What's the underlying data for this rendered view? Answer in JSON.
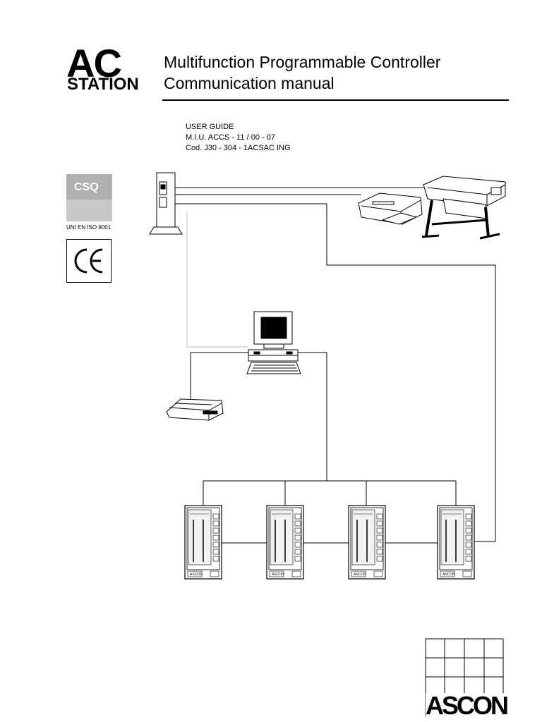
{
  "header": {
    "logo_ac": "AC",
    "logo_station": "STATION",
    "title_line1": "Multifunction Programmable Controller",
    "title_line2": "Communication manual"
  },
  "guide": {
    "line1": "USER GUIDE",
    "line2": "M.I.U. ACCS - 11 / 00 - 07",
    "line3": "Cod. J30 - 304 - 1ACSAC ING"
  },
  "certification": {
    "csq_label": "CSQ",
    "standard": "UNI EN ISO 9001",
    "ce_mark": "CE"
  },
  "controllers": {
    "brand_labels": [
      "ASCON",
      "ASCON",
      "ASCON",
      "ASCON"
    ]
  },
  "footer": {
    "company_logo": "ASCON"
  },
  "colors": {
    "line": "#000000",
    "csq_gray": "#b0b0b0",
    "light_line": "#bdbdbd"
  }
}
